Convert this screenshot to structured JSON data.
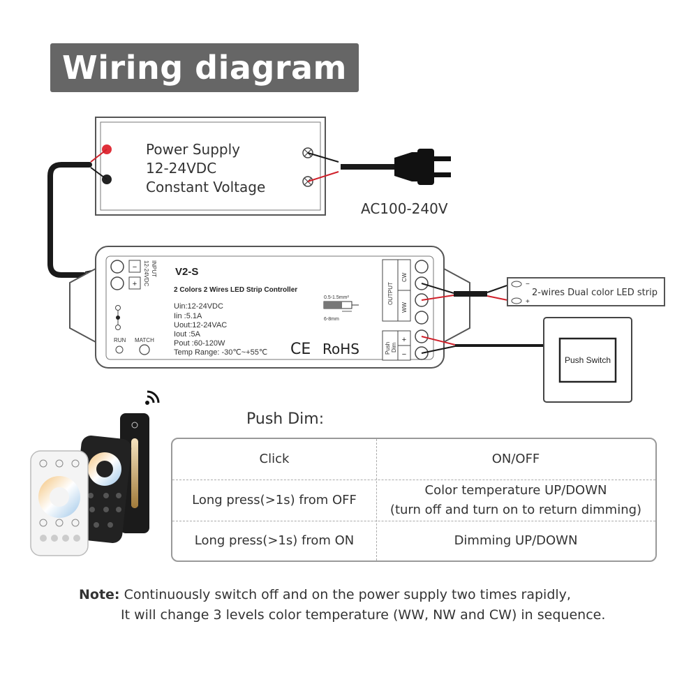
{
  "title": "Wiring diagram",
  "power_supply": {
    "line1": "Power Supply",
    "line2": "12-24VDC",
    "line3": "Constant Voltage"
  },
  "ac_label": "AC100-240V",
  "controller": {
    "model": "V2-S",
    "subtitle": "2 Colors 2 Wires LED Strip Controller",
    "input_label": "INPUT",
    "input_voltage": "12-24VDC",
    "minus": "−",
    "plus": "+",
    "specs": [
      "Uin:12-24VDC",
      "Iin  :5.1A",
      "Uout:12-24VAC",
      "Iout  :5A",
      "Pout :60-120W",
      "Temp Range: -30℃~+55℃"
    ],
    "wire_gauge": "0.5-1.5mm²",
    "strip_length": "6-8mm",
    "run_label": "RUN",
    "match_label": "MATCH",
    "ce": "CE",
    "rohs": "RoHS",
    "output_label": "OUTPUT",
    "cw_label": "CW",
    "ww_label": "WW",
    "push_label": "Push",
    "dim_label": "Dim"
  },
  "led_strip": {
    "label": "2-wires Dual color LED strip",
    "minus": "−",
    "plus": "+"
  },
  "push_switch_label": "Push Switch",
  "push_dim": {
    "heading": "Push Dim:",
    "rows": [
      {
        "action": "Click",
        "result": "ON/OFF",
        "result2": ""
      },
      {
        "action": "Long press(>1s) from OFF",
        "result": "Color temperature UP/DOWN",
        "result2": "(turn off and turn on to return dimming)"
      },
      {
        "action": "Long press(>1s) from ON",
        "result": "Dimming UP/DOWN",
        "result2": ""
      }
    ]
  },
  "note": {
    "label": "Note:",
    "line1": "Continuously switch off and on the power supply two times rapidly,",
    "line2": "It will change 3 levels color temperature (WW, NW and CW) in sequence."
  },
  "colors": {
    "title_bg": "#666666",
    "wire_red": "#d0202a",
    "wire_black": "#1a1a1a",
    "outline": "#555555"
  }
}
